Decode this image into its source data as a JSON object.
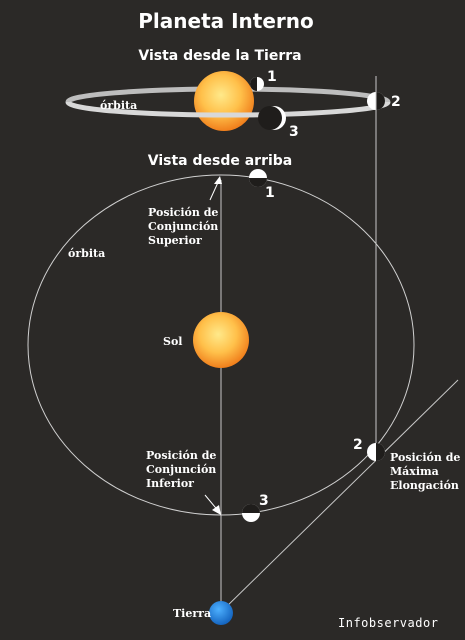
{
  "title": "Planeta Interno",
  "side_view": {
    "heading": "Vista desde la Tierra",
    "orbit_label": "órbita",
    "positions": [
      "1",
      "2",
      "3"
    ]
  },
  "top_view": {
    "heading": "Vista desde arriba",
    "orbit_label": "órbita",
    "sun_label": "Sol",
    "earth_label": "Tierra",
    "superior_conjunction": [
      "Posición de",
      "Conjunción",
      "Superior"
    ],
    "inferior_conjunction": [
      "Posición de",
      "Conjunción",
      "Inferior"
    ],
    "max_elongation": [
      "Posición de",
      "Máxima",
      "Elongación"
    ],
    "positions": [
      "1",
      "2",
      "3"
    ]
  },
  "credit": "Infobservador",
  "colors": {
    "background": "#2b2927",
    "sun_core": "#ffd96b",
    "sun_edge": "#f07f1c",
    "earth": "#1e88e5",
    "orbit_line": "#d8d8d8"
  }
}
